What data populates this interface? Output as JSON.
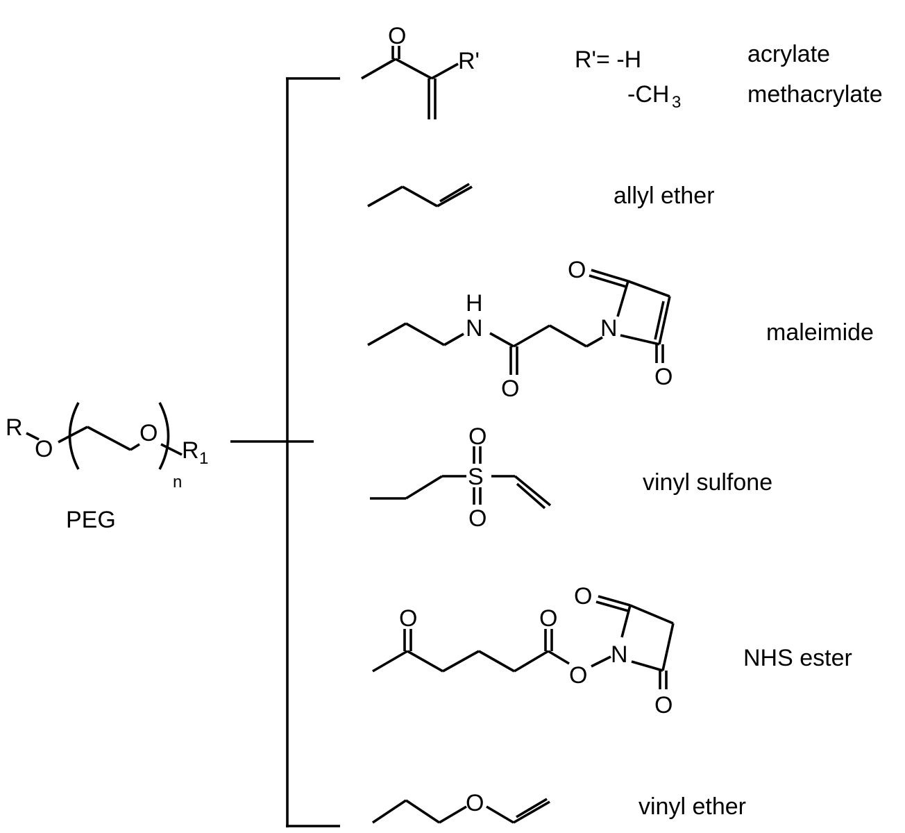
{
  "peg": {
    "label": "PEG",
    "atom_r": "R",
    "atom_o": "O",
    "atom_r1": "R",
    "r1_sub": "1",
    "repeat_n": "n"
  },
  "groups": {
    "acrylate": {
      "name": "acrylate",
      "name2": "methacrylate",
      "r_def": "R'= -H",
      "r_alt": "-CH",
      "r_alt_sub": "3",
      "atom_o": "O",
      "atom_rprime": "R'"
    },
    "allyl": {
      "name": "allyl ether"
    },
    "maleimide": {
      "name": "maleimide",
      "atom_h": "H",
      "atom_n": "N",
      "atom_o": "O"
    },
    "vinyl_sulfone": {
      "name": "vinyl sulfone",
      "atom_s": "S",
      "atom_o": "O"
    },
    "nhs": {
      "name": "NHS ester",
      "atom_o": "O",
      "atom_n": "N"
    },
    "vinyl_ether": {
      "name": "vinyl ether",
      "atom_o": "O"
    }
  }
}
